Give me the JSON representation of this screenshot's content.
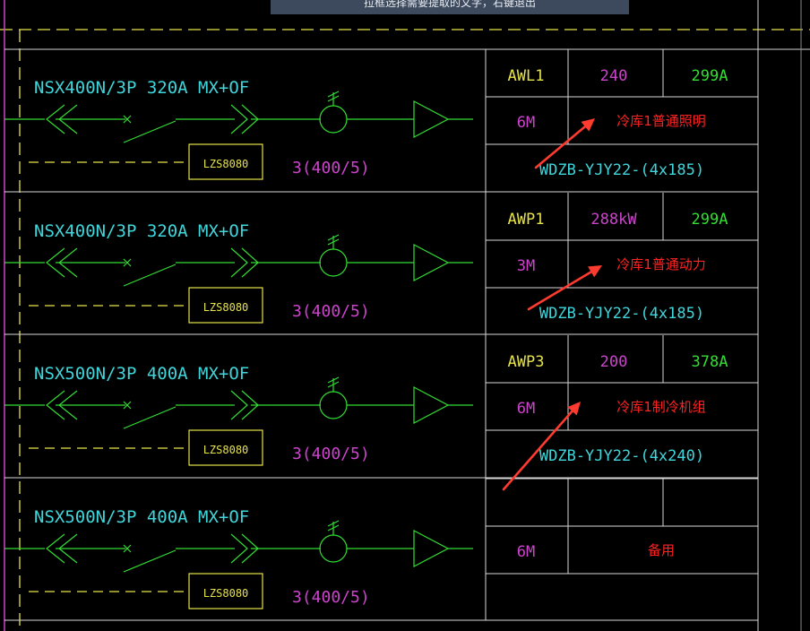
{
  "tooltip": "拉框选择需要提取的文字，右键退出",
  "colors": {
    "background": "#000000",
    "grid": "#d8d8d8",
    "bus_yellow": "#e6e24a",
    "breaker_text": "#3fd6dc",
    "symbol_green": "#33dd33",
    "ct_magenta": "#cc44cc",
    "cable_text": "#3fd6dc",
    "circuit_id": "#e6e24a",
    "load_value": "#cc44cc",
    "current_value": "#33dd33",
    "length_value": "#cc44cc",
    "circuit_name": "#ff2222",
    "arrow": "#ff3b30",
    "bus_magenta": "#cc44cc"
  },
  "circuits": [
    {
      "breaker": "NSX400N/3P 320A MX+OF",
      "meter": "LZS8080",
      "ct": "3(400/5)",
      "id": "AWL1",
      "load": "240",
      "current": "299A",
      "length": "6M",
      "name": "冷库1普通照明",
      "cable": "WDZB-YJY22-(4x185)"
    },
    {
      "breaker": "NSX400N/3P 320A MX+OF",
      "meter": "LZS8080",
      "ct": "3(400/5)",
      "id": "AWP1",
      "load": "288kW",
      "current": "299A",
      "length": "3M",
      "name": "冷库1普通动力",
      "cable": "WDZB-YJY22-(4x185)"
    },
    {
      "breaker": "NSX500N/3P 400A MX+OF",
      "meter": "LZS8080",
      "ct": "3(400/5)",
      "id": "AWP3",
      "load": "200",
      "current": "378A",
      "length": "6M",
      "name": "冷库1制冷机组",
      "cable": "WDZB-YJY22-(4x240)"
    },
    {
      "breaker": "NSX500N/3P 400A MX+OF",
      "meter": "LZS8080",
      "ct": "3(400/5)",
      "id": "",
      "load": "",
      "current": "",
      "length": "6M",
      "name": "备用",
      "cable": ""
    }
  ]
}
